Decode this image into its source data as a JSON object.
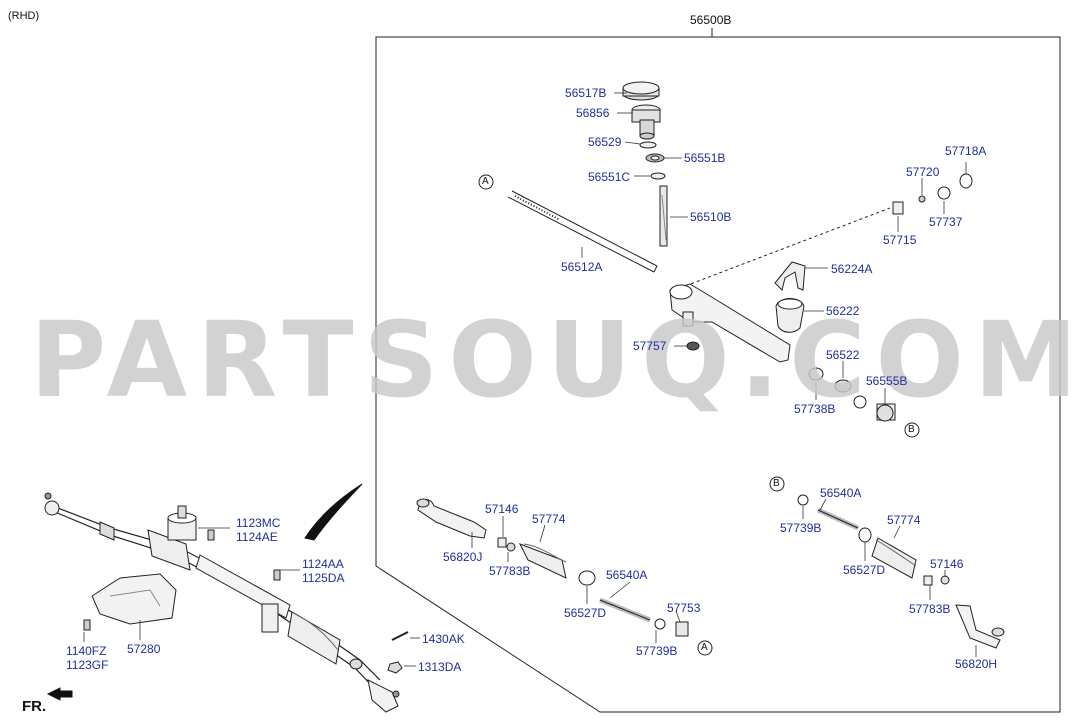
{
  "diagram": {
    "variant_label": "(RHD)",
    "assembly_label": "56500B",
    "watermark": "PARTSOUQ.COM",
    "direction_label": "FR.",
    "callouts": {
      "a_top": "A",
      "a_bottom": "A",
      "b_right": "B",
      "b_lower": "B"
    },
    "part_labels": {
      "p56517B": "56517B",
      "p56856": "56856",
      "p56529": "56529",
      "p56551B": "56551B",
      "p56551C": "56551C",
      "p56510B": "56510B",
      "p57718A": "57718A",
      "p57720": "57720",
      "p57737": "57737",
      "p57715": "57715",
      "p56512A": "56512A",
      "p56224A": "56224A",
      "p56222": "56222",
      "p57757": "57757",
      "p56522": "56522",
      "p56555B": "56555B",
      "p57738B": "57738B",
      "p1123MC": "1123MC",
      "p1124AE": "1124AE",
      "p1124AA": "1124AA",
      "p1125DA": "1125DA",
      "p1140FZ": "1140FZ",
      "p1123GF": "1123GF",
      "p57280": "57280",
      "p1430AK": "1430AK",
      "p1313DA": "1313DA",
      "p57146_l": "57146",
      "p57774_l": "57774",
      "p56820J": "56820J",
      "p57783B_l": "57783B",
      "p56540A_l": "56540A",
      "p56527D_l": "56527D",
      "p57753": "57753",
      "p57739B_l": "57739B",
      "p56540A_r": "56540A",
      "p57739B_r": "57739B",
      "p57774_r": "57774",
      "p56527D_r": "56527D",
      "p57146_r": "57146",
      "p57783B_r": "57783B",
      "p56820H": "56820H"
    }
  }
}
